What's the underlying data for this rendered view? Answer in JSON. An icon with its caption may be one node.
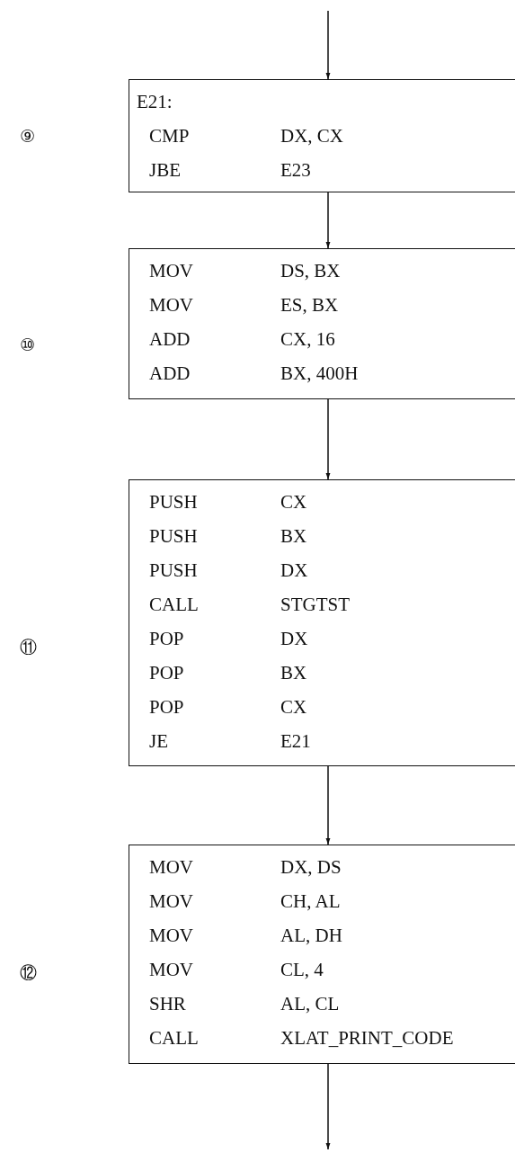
{
  "diagram": {
    "nodes": [
      {
        "text": [
          "E21:",
          "CMP",
          "DX, CX",
          "JBE",
          "E23"
        ]
      },
      {
        "text": [
          "MOV",
          "DS, BX",
          "MOV",
          "ES, BX",
          "ADD",
          "CX, 16",
          "ADD",
          "BX, 400H"
        ]
      },
      {
        "text": [
          "PUSH",
          "CX",
          "PUSH",
          "BX",
          "PUSH",
          "DX",
          "CALL",
          "STGTST",
          "POP",
          "DX",
          "POP",
          "BX",
          "POP",
          "CX",
          "JE",
          "E21"
        ]
      },
      {
        "text": [
          "MOV",
          "DX, DS",
          "MOV",
          "CH, AL",
          "MOV",
          "AL, DH",
          "MOV",
          "CL, 4",
          "SHR",
          "AL, CL",
          "CALL",
          "XLAT_PRINT_CODE"
        ]
      }
    ],
    "labels": [
      "⑨",
      "⑩",
      "⑪",
      "⑫"
    ],
    "edges": [
      {
        "from": null,
        "to": 0,
        "arrow": "to"
      },
      {
        "from": 0,
        "to": 1,
        "arrow": "to"
      },
      {
        "from": 1,
        "to": 2,
        "arrow": "to"
      },
      {
        "from": 2,
        "to": 3,
        "arrow": "to"
      },
      {
        "from": 3,
        "to": null,
        "arrow": "to"
      }
    ]
  }
}
